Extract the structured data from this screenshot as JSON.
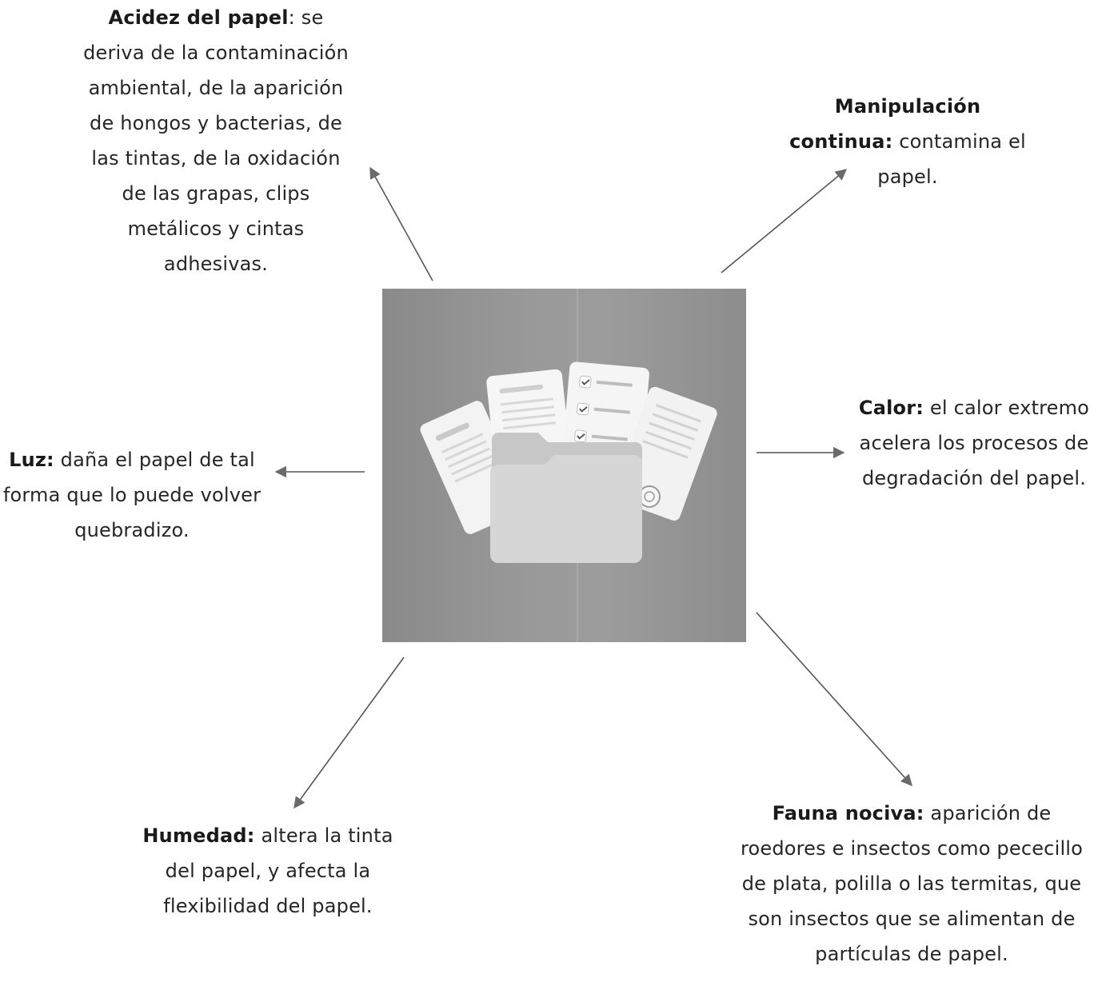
{
  "notes": {
    "acidez": {
      "title": "Acidez del papel",
      "text": ": se deriva de la contaminación ambiental, de la aparición de hongos y bacterias, de las tintas, de la oxidación de las grapas, clips metálicos y cintas adhesivas."
    },
    "manipulacion": {
      "title": "Manipulación continua:",
      "text": " contamina el papel."
    },
    "luz": {
      "title": "Luz:",
      "text": " daña el papel de tal forma que lo puede volver quebradizo."
    },
    "calor": {
      "title": "Calor:",
      "text": " el calor extremo acelera los procesos de degradación del papel."
    },
    "humedad": {
      "title": "Humedad:",
      "text": " altera la tinta del papel, y afecta la flexibilidad del papel."
    },
    "fauna": {
      "title": "Fauna nociva:",
      "text": " aparición de roedores e insectos como pececillo de plata, polilla o las termitas, que son insectos que se alimentan de partículas de papel."
    }
  },
  "center": {
    "icon": "folder-with-documents-icon"
  },
  "colors": {
    "arrow": "#5a5a5a",
    "image_bg": "#959595",
    "folder": "#d9d9d9",
    "paper": "#f4f4f4"
  }
}
